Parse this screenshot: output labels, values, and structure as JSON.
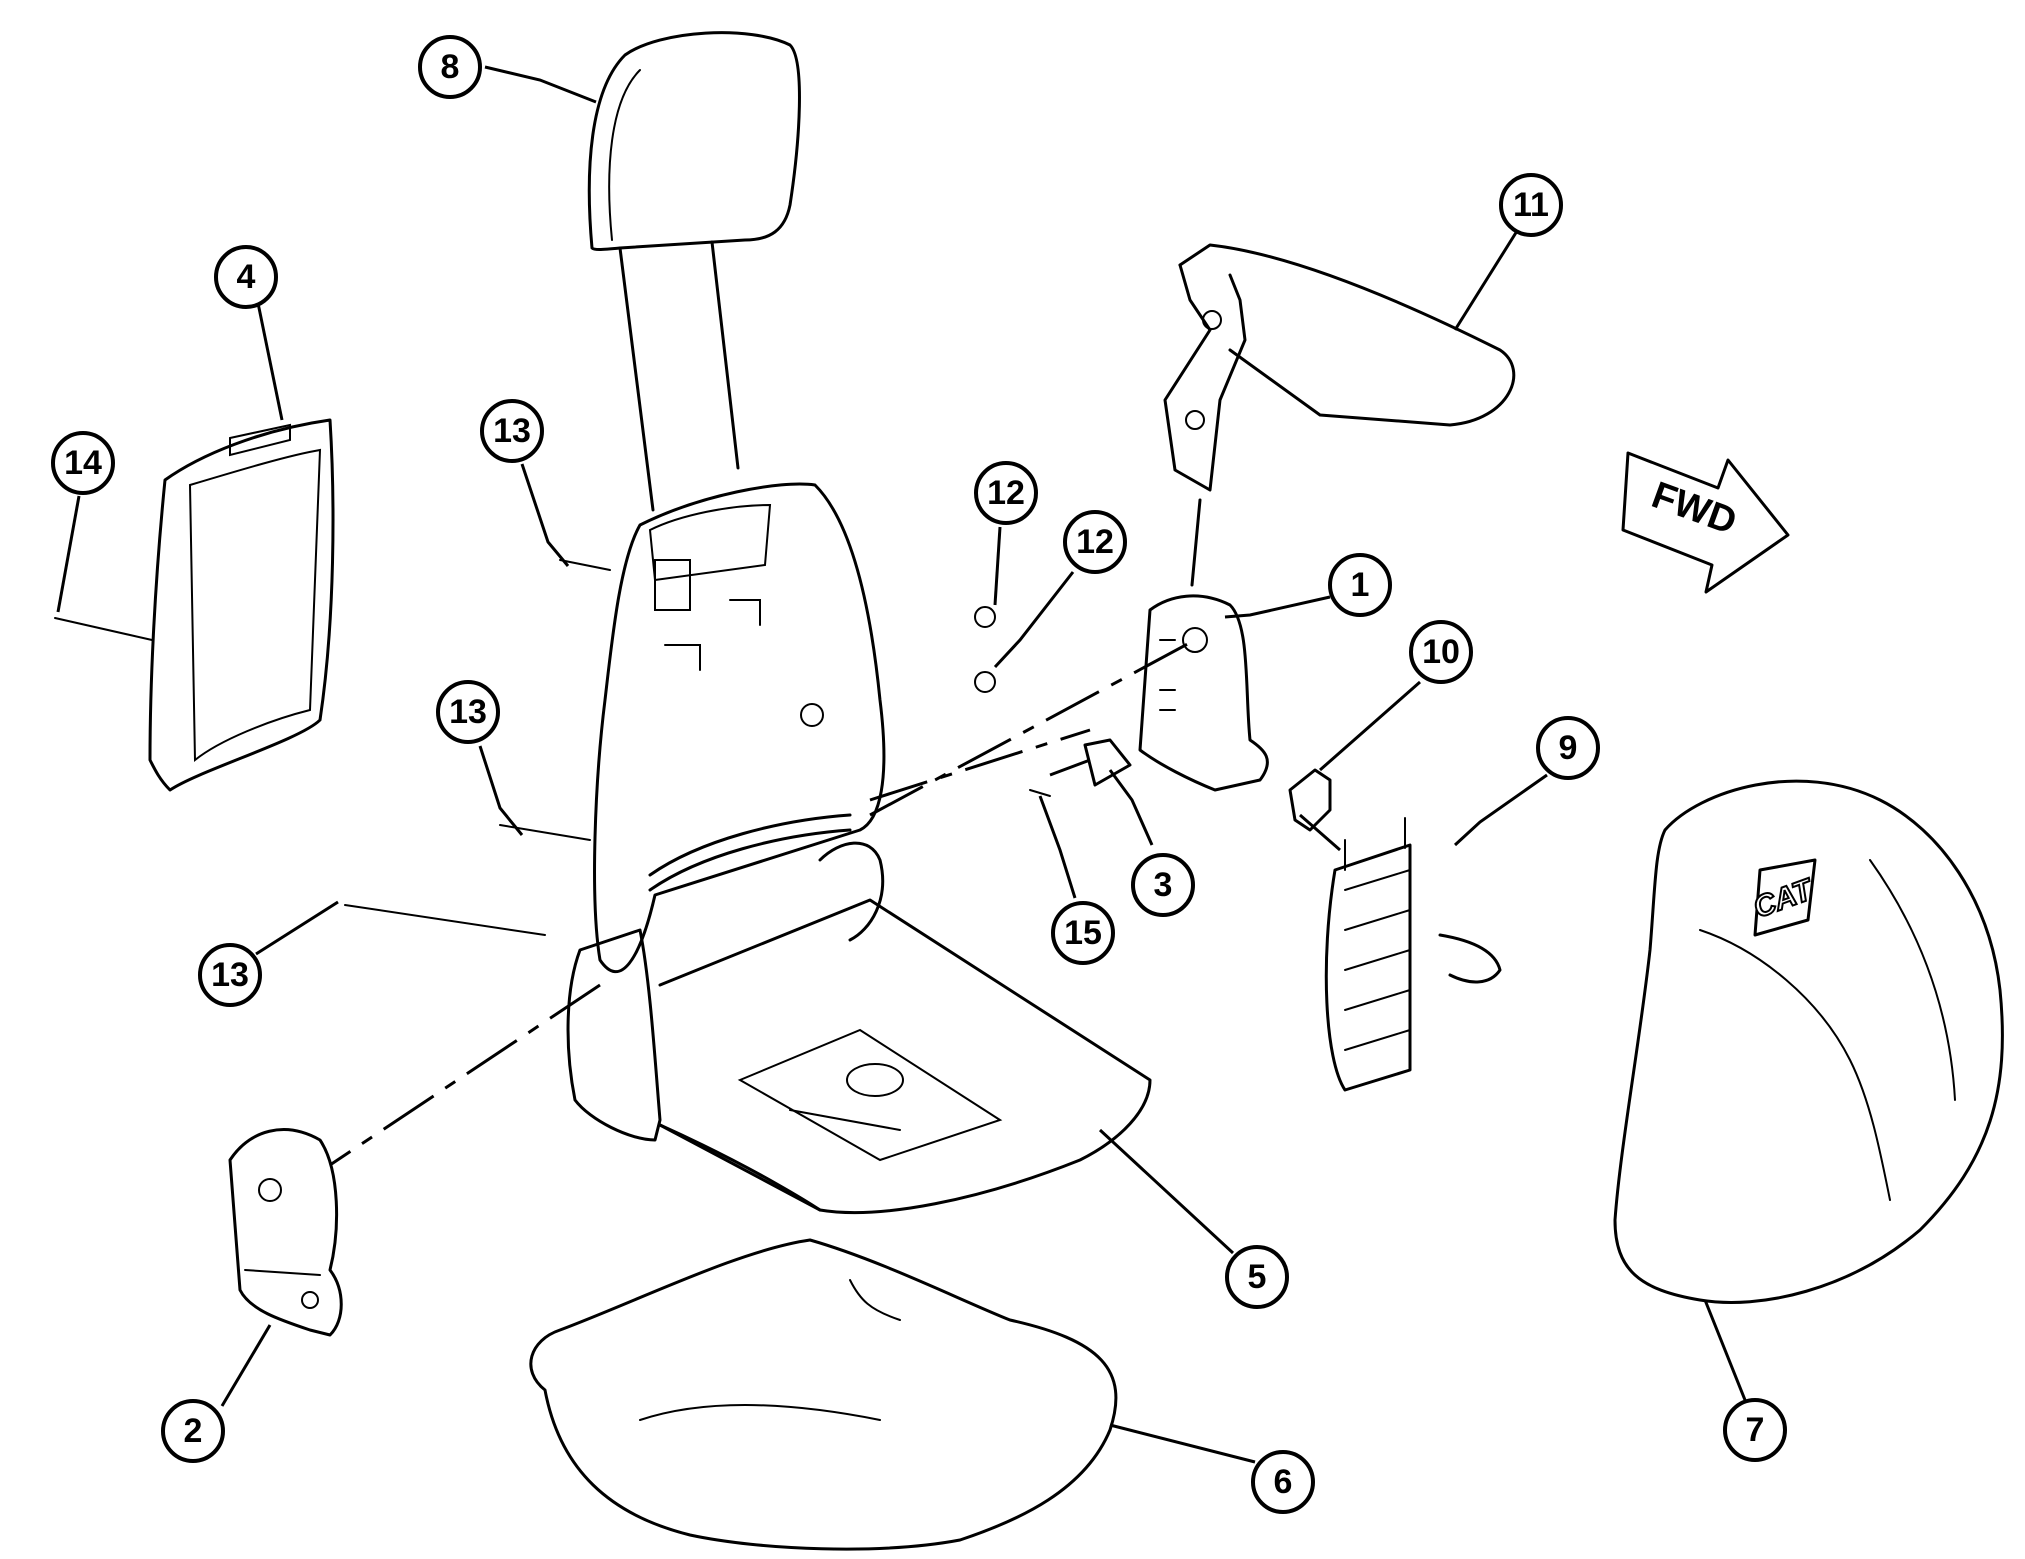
{
  "diagram": {
    "direction_arrow": {
      "label": "FWD"
    },
    "logo": {
      "label": "CAT"
    },
    "callouts": [
      {
        "id": "1",
        "label": "1"
      },
      {
        "id": "2",
        "label": "2"
      },
      {
        "id": "3",
        "label": "3"
      },
      {
        "id": "4",
        "label": "4"
      },
      {
        "id": "5",
        "label": "5"
      },
      {
        "id": "6",
        "label": "6"
      },
      {
        "id": "7",
        "label": "7"
      },
      {
        "id": "8",
        "label": "8"
      },
      {
        "id": "9",
        "label": "9"
      },
      {
        "id": "10",
        "label": "10"
      },
      {
        "id": "11",
        "label": "11"
      },
      {
        "id": "12a",
        "label": "12"
      },
      {
        "id": "12b",
        "label": "12"
      },
      {
        "id": "13a",
        "label": "13"
      },
      {
        "id": "13b",
        "label": "13"
      },
      {
        "id": "13c",
        "label": "13"
      },
      {
        "id": "14",
        "label": "14"
      },
      {
        "id": "15",
        "label": "15"
      }
    ]
  }
}
